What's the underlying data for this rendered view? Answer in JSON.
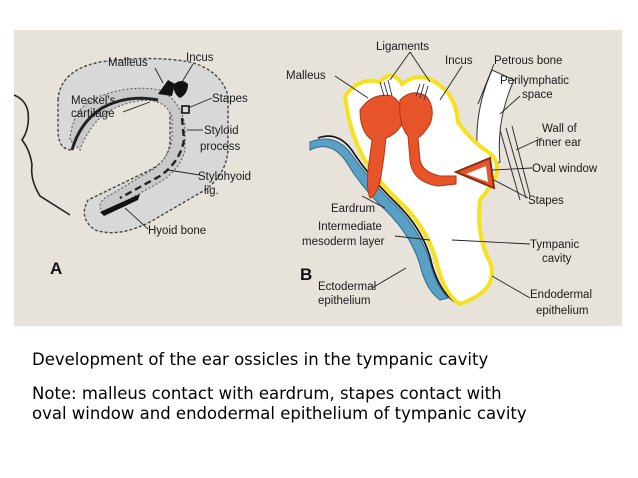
{
  "panel_a": {
    "letter": "A",
    "labels": {
      "malleus": "Malleus",
      "incus": "Incus",
      "meckels1": "Meckel's",
      "meckels2": "cartilage",
      "stapes": "Stapes",
      "styloid1": "Styloid",
      "styloid2": "process",
      "stylohyoid1": "Stylohyoid",
      "stylohyoid2": "lig.",
      "hyoid": "Hyoid bone"
    }
  },
  "panel_b": {
    "letter": "B",
    "labels": {
      "ligaments": "Ligaments",
      "malleus": "Malleus",
      "incus": "Incus",
      "petrous": "Petrous bone",
      "perilymph1": "Perilymphatic",
      "perilymph2": "space",
      "wall1": "Wall of",
      "wall2": "inner ear",
      "oval": "Oval window",
      "stapes": "Stapes",
      "eardrum": "Eardrum",
      "intermediate1": "Intermediate",
      "intermediate2": "mesoderm layer",
      "tympanic1": "Tympanic",
      "tympanic2": "cavity",
      "ecto1": "Ectodermal",
      "ecto2": "epithelium",
      "endo1": "Endodermal",
      "endo2": "epithelium"
    }
  },
  "caption": {
    "title": "Development of the ear ossicles in the tympanic cavity",
    "note_line1": "Note: malleus contact with eardrum, stapes contact with",
    "note_line2": "oval window and endodermal epithelium of tympanic cavity"
  },
  "colors": {
    "background_panel": "#e8e3da",
    "ossicle": "#e8542a",
    "outline_yellow": "#f5e21c",
    "epithelium_blue": "#5a9fc4",
    "cartilage_gray": "#c9c9c9"
  }
}
